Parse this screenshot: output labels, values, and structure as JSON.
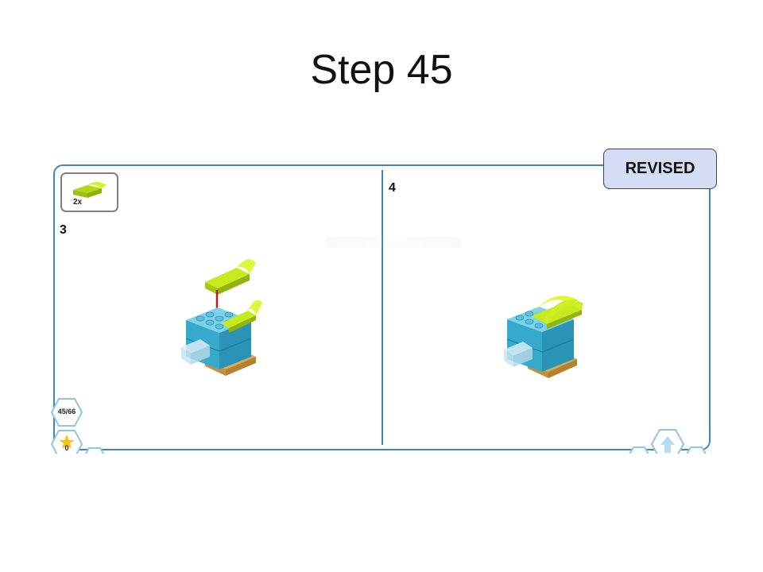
{
  "slide": {
    "title": "Step 45"
  },
  "badge": {
    "label": "REVISED"
  },
  "instructions": {
    "parts_callout": {
      "quantity": "2x",
      "part_color": "#c6ea1b"
    },
    "left_step": "3",
    "right_step": "4"
  },
  "navigation": {
    "page_counter": "45/66",
    "stars_count": "0"
  },
  "colors": {
    "frame": "#3d87c4",
    "brick_teal": "#35aacd",
    "brick_lime": "#c6ea1b",
    "arrow": "#b3202a",
    "base_tan": "#d9aa5a"
  }
}
